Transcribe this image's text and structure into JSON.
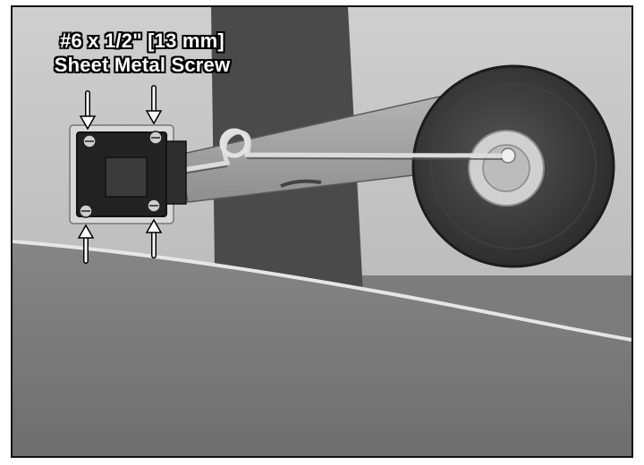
{
  "photo": {
    "subject": "tail-wheel-assembly-photo"
  },
  "caption": {
    "line1": "#6 x 1/2\" [13 mm]",
    "line2": "Sheet Metal Screw"
  },
  "colors": {
    "background_gray": "#7c7c7c",
    "surface_light": "#cfcfcf",
    "stripe_dark": "#4a4a4a",
    "tire_dark": "#3a3a3a"
  }
}
